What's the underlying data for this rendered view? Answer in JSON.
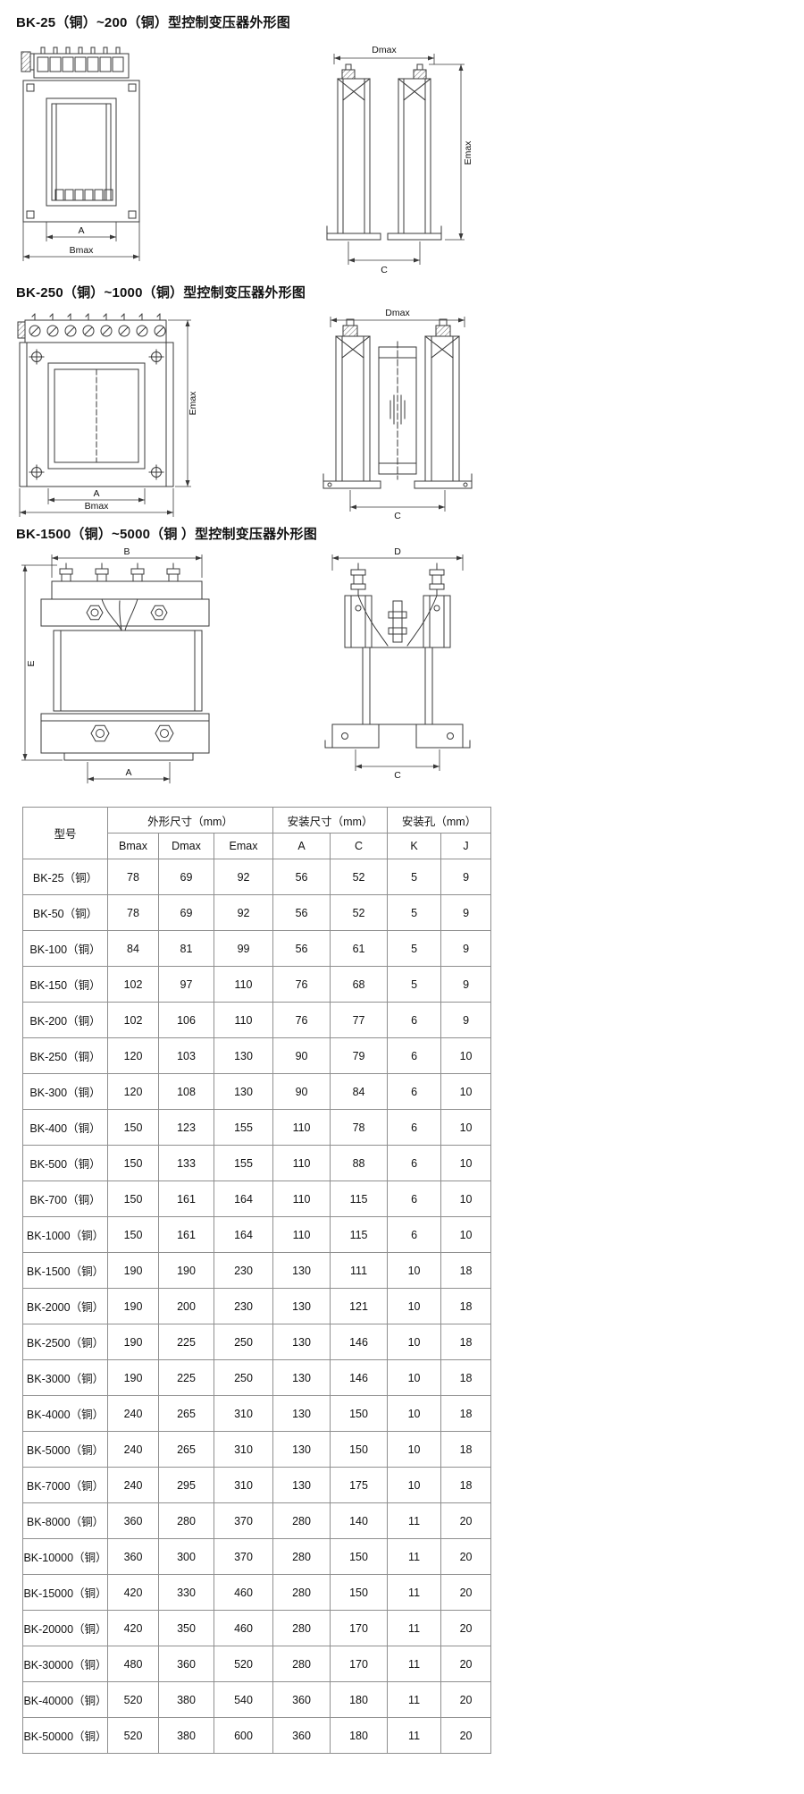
{
  "page": {
    "background": "#ffffff",
    "text_color": "#111111",
    "line_color": "#3a3a3a",
    "table_border_color": "#8f8f8f"
  },
  "sections": [
    {
      "heading": "BK-25（铜）~200（铜）型控制变压器外形图",
      "dims": {
        "front_a": "A",
        "front_b": "Bmax",
        "side_d": "Dmax",
        "side_e": "Emax",
        "side_c": "C"
      }
    },
    {
      "heading": "BK-250（铜）~1000（铜）型控制变压器外形图",
      "dims": {
        "front_e": "Emax",
        "front_a": "A",
        "front_b": "Bmax",
        "side_d": "Dmax",
        "side_c": "C"
      }
    },
    {
      "heading": "BK-1500（铜）~5000（铜 ）型控制变压器外形图",
      "dims": {
        "front_b": "B",
        "front_e": "E",
        "front_a": "A",
        "side_d": "D",
        "side_c": "C"
      }
    }
  ],
  "table": {
    "col_model": "型号",
    "group_outline": "外形尺寸（mm）",
    "group_mount": "安装尺寸（mm）",
    "group_hole": "安装孔（mm）",
    "sub": [
      "Bmax",
      "Dmax",
      "Emax",
      "A",
      "C",
      "K",
      "J"
    ],
    "rows": [
      [
        "BK-25（铜）",
        78,
        69,
        92,
        56,
        52,
        5,
        9
      ],
      [
        "BK-50（铜）",
        78,
        69,
        92,
        56,
        52,
        5,
        9
      ],
      [
        "BK-100（铜）",
        84,
        81,
        99,
        56,
        61,
        5,
        9
      ],
      [
        "BK-150（铜）",
        102,
        97,
        110,
        76,
        68,
        5,
        9
      ],
      [
        "BK-200（铜）",
        102,
        106,
        110,
        76,
        77,
        6,
        9
      ],
      [
        "BK-250（铜）",
        120,
        103,
        130,
        90,
        79,
        6,
        10
      ],
      [
        "BK-300（铜）",
        120,
        108,
        130,
        90,
        84,
        6,
        10
      ],
      [
        "BK-400（铜）",
        150,
        123,
        155,
        110,
        78,
        6,
        10
      ],
      [
        "BK-500（铜）",
        150,
        133,
        155,
        110,
        88,
        6,
        10
      ],
      [
        "BK-700（铜）",
        150,
        161,
        164,
        110,
        115,
        6,
        10
      ],
      [
        "BK-1000（铜）",
        150,
        161,
        164,
        110,
        115,
        6,
        10
      ],
      [
        "BK-1500（铜）",
        190,
        190,
        230,
        130,
        111,
        10,
        18
      ],
      [
        "BK-2000（铜）",
        190,
        200,
        230,
        130,
        121,
        10,
        18
      ],
      [
        "BK-2500（铜）",
        190,
        225,
        250,
        130,
        146,
        10,
        18
      ],
      [
        "BK-3000（铜）",
        190,
        225,
        250,
        130,
        146,
        10,
        18
      ],
      [
        "BK-4000（铜）",
        240,
        265,
        310,
        130,
        150,
        10,
        18
      ],
      [
        "BK-5000（铜）",
        240,
        265,
        310,
        130,
        150,
        10,
        18
      ],
      [
        "BK-7000（铜）",
        240,
        295,
        310,
        130,
        175,
        10,
        18
      ],
      [
        "BK-8000（铜）",
        360,
        280,
        370,
        280,
        140,
        11,
        20
      ],
      [
        "BK-10000（铜）",
        360,
        300,
        370,
        280,
        150,
        11,
        20
      ],
      [
        "BK-15000（铜）",
        420,
        330,
        460,
        280,
        150,
        11,
        20
      ],
      [
        "BK-20000（铜）",
        420,
        350,
        460,
        280,
        170,
        11,
        20
      ],
      [
        "BK-30000（铜）",
        480,
        360,
        520,
        280,
        170,
        11,
        20
      ],
      [
        "BK-40000（铜）",
        520,
        380,
        540,
        360,
        180,
        11,
        20
      ],
      [
        "BK-50000（铜）",
        520,
        380,
        600,
        360,
        180,
        11,
        20
      ]
    ]
  }
}
